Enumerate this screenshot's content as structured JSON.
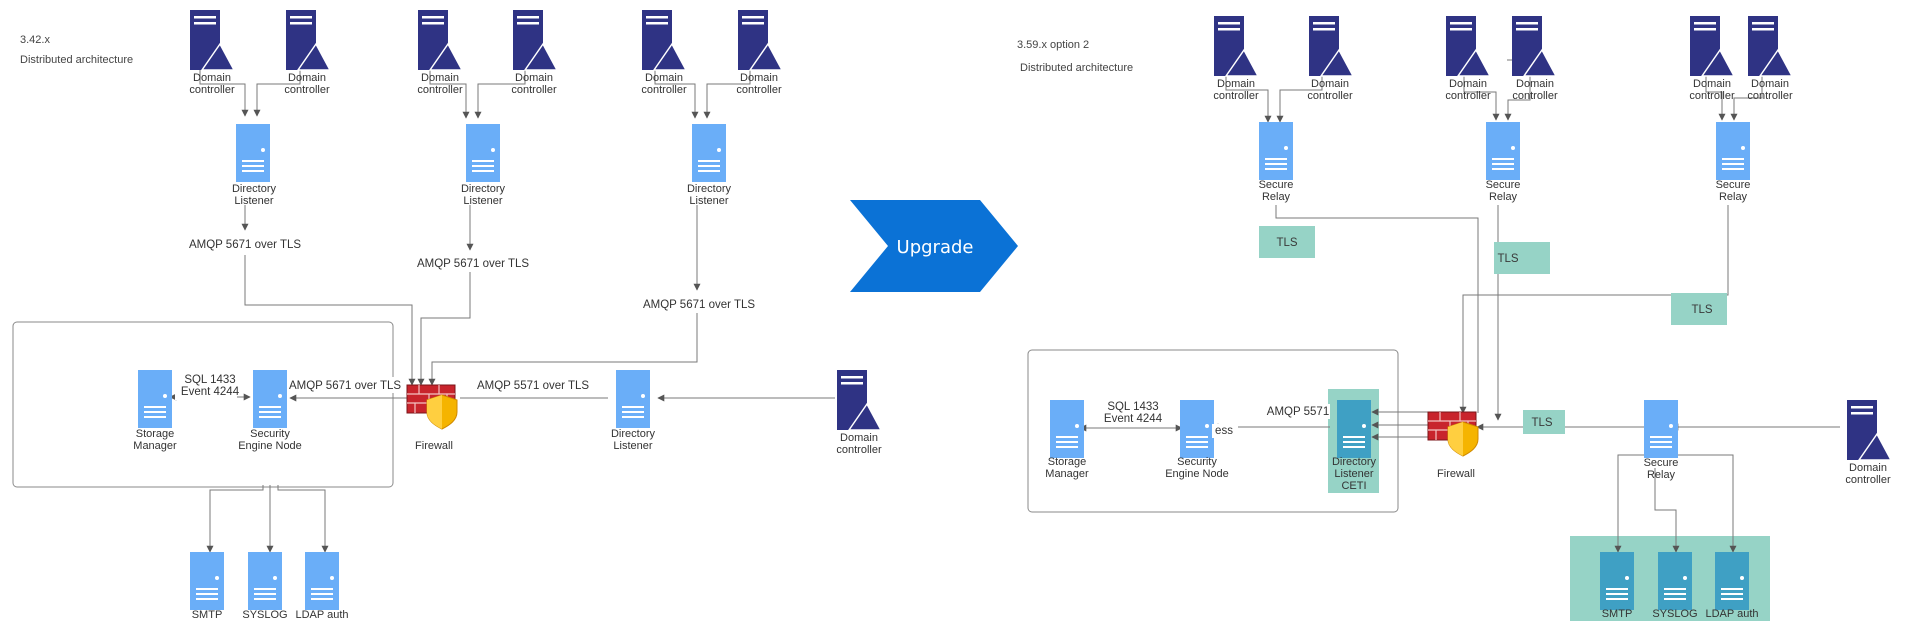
{
  "left": {
    "version": "3.42.x",
    "subtitle": "Distributed architecture",
    "dc_label": "Domain\ncontroller",
    "listener_label": "Directory\nListener",
    "edge_amqp": "AMQP 5671 over TLS",
    "edge_amqp_5571": "AMQP 5571 over TLS",
    "sql_label": "SQL 1433\nEvent 4244",
    "storage_label": "Storage\nManager",
    "engine_label": "Security\nEngine Node",
    "firewall_label": "Firewall",
    "smtp_label": "SMTP",
    "syslog_label": "SYSLOG",
    "ldap_label": "LDAP auth"
  },
  "upgrade": {
    "label": "Upgrade",
    "color": "#0b72d6"
  },
  "right": {
    "version": "3.59.x option 2",
    "subtitle": "Distributed architecture",
    "dc_label": "Domain\ncontroller",
    "relay_label": "Secure\nRelay",
    "tls_label": "TLS",
    "sql_label": "SQL 1433\nEvent 4244",
    "amqp_label": "AMQP 5571",
    "partial_label": "ess",
    "storage_label": "Storage\nManager",
    "engine_label": "Security\nEngine Node",
    "listener_ceti_label": "Directory\nListener\nCETI",
    "firewall_label": "Firewall",
    "smtp_label": "SMTP",
    "syslog_label": "SYSLOG",
    "ldap_label": "LDAP auth"
  },
  "colors": {
    "dc_navy": "#2f3384",
    "server_blue": "#6aaef8",
    "server_teal": "#3fa0c4",
    "tls_teal": "#96d3c6",
    "firewall_red": "#c8242c",
    "shield_gold": "#f5b400"
  },
  "icons": [
    "domain-controller-icon",
    "server-icon",
    "firewall-icon",
    "shield-icon",
    "upgrade-arrow-icon"
  ]
}
